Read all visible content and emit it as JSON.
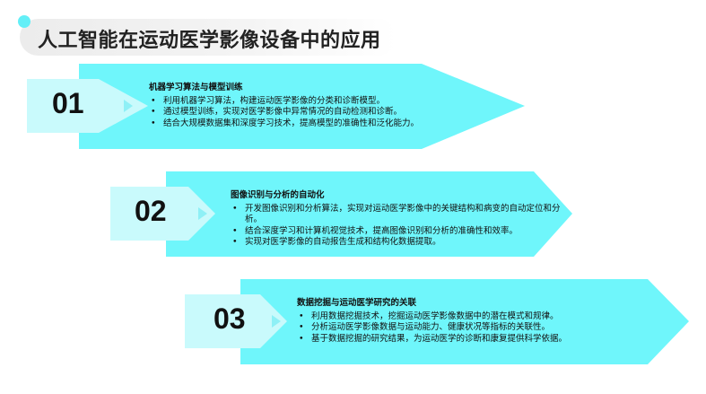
{
  "title": "人工智能在运动医学影像设备中的应用",
  "colors": {
    "arrow": "#6ff6fb",
    "badge": "#c9fafc",
    "marker": "#8ef0f6",
    "dot": "#63eff7"
  },
  "sections": [
    {
      "number": "01",
      "heading": "机器学习算法与模型训练",
      "bullets": [
        "利用机器学习算法，构建运动医学影像的分类和诊断模型。",
        "通过模型训练，实现对医学影像中异常情况的自动检测和诊断。",
        "结合大规模数据集和深度学习技术，提高模型的准确性和泛化能力。"
      ]
    },
    {
      "number": "02",
      "heading": "图像识别与分析的自动化",
      "bullets": [
        "开发图像识别和分析算法，实现对运动医学影像中的关键结构和病变的自动定位和分析。",
        "结合深度学习和计算机视觉技术，提高图像识别和分析的准确性和效率。",
        "实现对医学影像的自动报告生成和结构化数据提取。"
      ]
    },
    {
      "number": "03",
      "heading": "数据挖掘与运动医学研究的关联",
      "bullets": [
        "利用数据挖掘技术，挖掘运动医学影像数据中的潜在模式和规律。",
        "分析运动医学影像数据与运动能力、健康状况等指标的关联性。",
        "基于数据挖掘的研究结果，为运动医学的诊断和康复提供科学依据。"
      ]
    }
  ]
}
